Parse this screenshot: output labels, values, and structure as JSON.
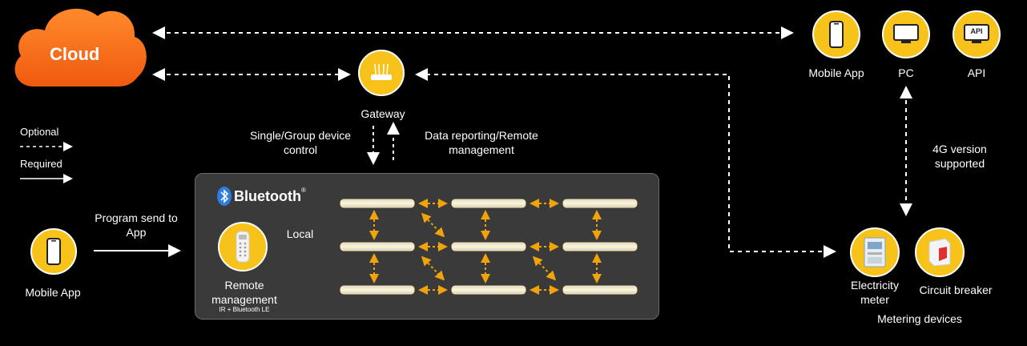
{
  "cloud": {
    "label": "Cloud"
  },
  "gateway": {
    "label": "Gateway"
  },
  "legend": {
    "optional": "Optional",
    "required": "Required"
  },
  "labels": {
    "single_group_line1": "Single/Group device",
    "single_group_line2": "control",
    "data_report_line1": "Data reporting/Remote",
    "data_report_line2": "management",
    "program_line1": "Program send to",
    "program_line2": "App",
    "local": "Local",
    "fourg_line1": "4G version",
    "fourg_line2": "supported"
  },
  "bluetooth": {
    "label": "Bluetooth",
    "reg": "®"
  },
  "remote": {
    "line1": "Remote",
    "line2": "management",
    "sub": "IR + Bluetooth LE"
  },
  "mobile_app_left": {
    "label": "Mobile App"
  },
  "top_right": {
    "mobile_app": "Mobile App",
    "pc": "PC",
    "api": "API",
    "api_icon_text": "API"
  },
  "metering": {
    "electricity_line1": "Electricity",
    "electricity_line2": "meter",
    "breaker": "Circuit breaker",
    "group": "Metering devices"
  },
  "colors": {
    "accent": "#f7c21a",
    "cloud": "#f26a12",
    "panel": "#3a3a3a",
    "light_arrow": "#f0a30a"
  }
}
